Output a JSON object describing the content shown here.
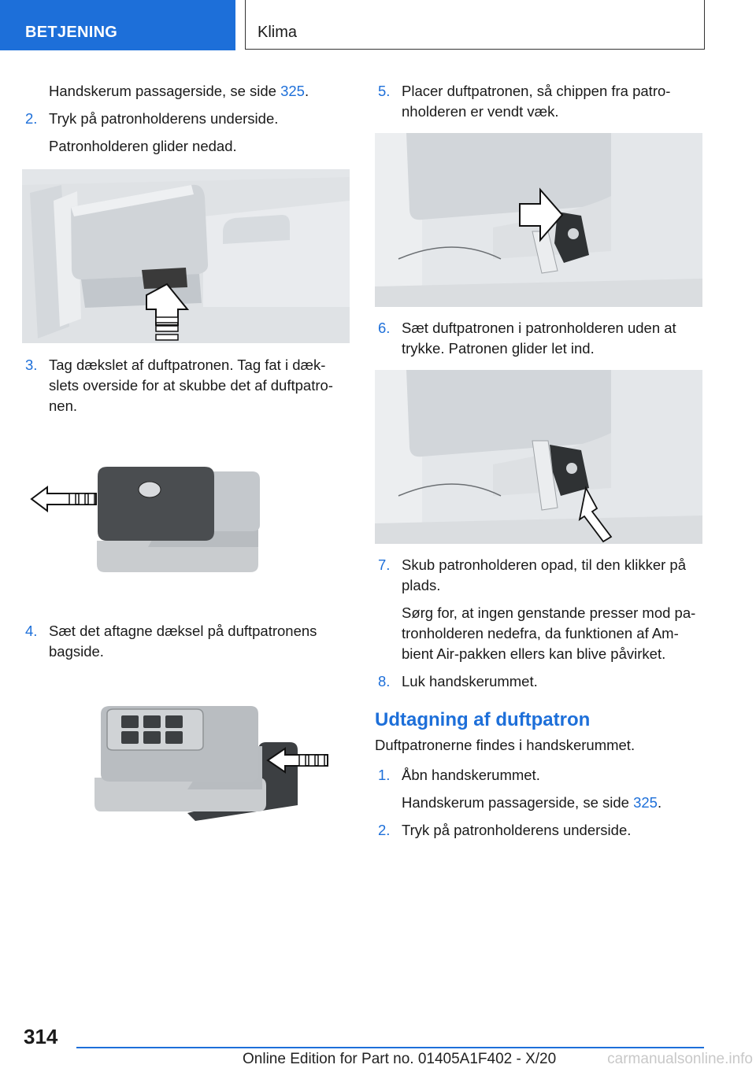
{
  "header": {
    "section": "BETJENING",
    "chapter": "Klima"
  },
  "left": {
    "cont_text_before": "Handskerum passagerside, se side ",
    "cont_link": "325",
    "cont_text_after": ".",
    "step2_num": "2.",
    "step2_text": "Tryk på patronholderens underside.",
    "step2_result": "Patronholderen glider nedad.",
    "step3_num": "3.",
    "step3_line1": "Tag dækslet af duftpatronen. Tag fat i dæk-",
    "step3_line2": "slets overside for at skubbe det af duftpatro-",
    "step3_line3": "nen.",
    "step4_num": "4.",
    "step4_line1": "Sæt det aftagne dæksel på duftpatronens",
    "step4_line2": "bagside."
  },
  "right": {
    "step5_num": "5.",
    "step5_line1": "Placer duftpatronen, så chippen fra patro-",
    "step5_line2": "nholderen er vendt væk.",
    "step6_num": "6.",
    "step6_line1": "Sæt duftpatronen i patronholderen uden at",
    "step6_line2": "trykke. Patronen glider let ind.",
    "step7_num": "7.",
    "step7_line1": "Skub patronholderen opad, til den klikker på",
    "step7_line2": "plads.",
    "step7_note_line1": "Sørg for, at ingen genstande presser mod pa-",
    "step7_note_line2": "tronholderen nedefra, da funktionen af Am-",
    "step7_note_line3": "bient Air-pakken ellers kan blive påvirket.",
    "step8_num": "8.",
    "step8_text": "Luk handskerummet.",
    "section_heading": "Udtagning af duftpatron",
    "section_intro": "Duftpatronerne findes i handskerummet.",
    "r_step1_num": "1.",
    "r_step1_text": "Åbn handskerummet.",
    "r_step1_ref_before": "Handskerum passagerside, se side ",
    "r_step1_ref_link": "325",
    "r_step1_ref_after": ".",
    "r_step2_num": "2.",
    "r_step2_text": "Tryk på patronholderens underside."
  },
  "footer": {
    "page_number": "314",
    "edition": "Online Edition for Part no. 01405A1F402 - X/20",
    "watermark": "carmanualsonline.info"
  },
  "colors": {
    "accent": "#1d6fd9",
    "text": "#1a1a1a"
  }
}
